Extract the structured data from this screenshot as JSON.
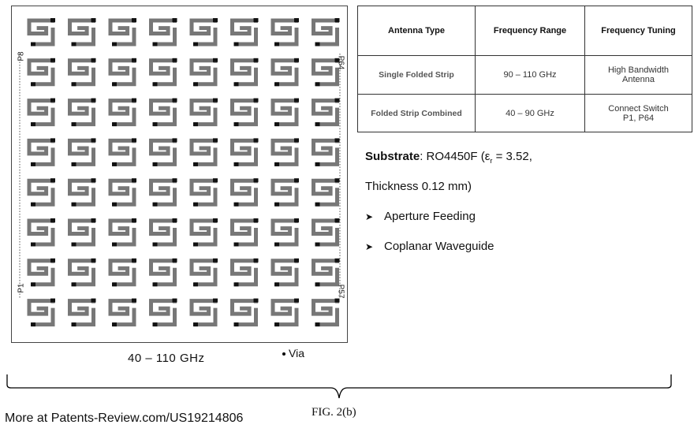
{
  "array": {
    "rows": 8,
    "cols": 8,
    "ports": {
      "top_left": "P8",
      "top_right": "P64",
      "bottom_left": "P1",
      "bottom_right": "P57"
    },
    "caption": "40 – 110 GHz",
    "via_label": "Via"
  },
  "table": {
    "headers": [
      "Antenna Type",
      "Frequency Range",
      "Frequency Tuning"
    ],
    "rows": [
      {
        "type": "Single Folded Strip",
        "range": "90 – 110 GHz",
        "tuning_line1": "High Bandwidth",
        "tuning_line2": "Antenna"
      },
      {
        "type": "Folded Strip Combined",
        "range": "40 – 90 GHz",
        "tuning_line1": "Connect Switch",
        "tuning_line2": "P1, P64"
      }
    ]
  },
  "notes": {
    "substrate_label": "Substrate",
    "substrate_value": ": RO4450F (ε",
    "substrate_sub": "r",
    "substrate_tail": " = 3.52,",
    "thickness": "Thickness 0.12 mm)",
    "bullets": [
      "Aperture  Feeding",
      "Coplanar Waveguide"
    ]
  },
  "figure_label": "FIG. 2(b)",
  "source": "More at Patents-Review.com/US19214806"
}
